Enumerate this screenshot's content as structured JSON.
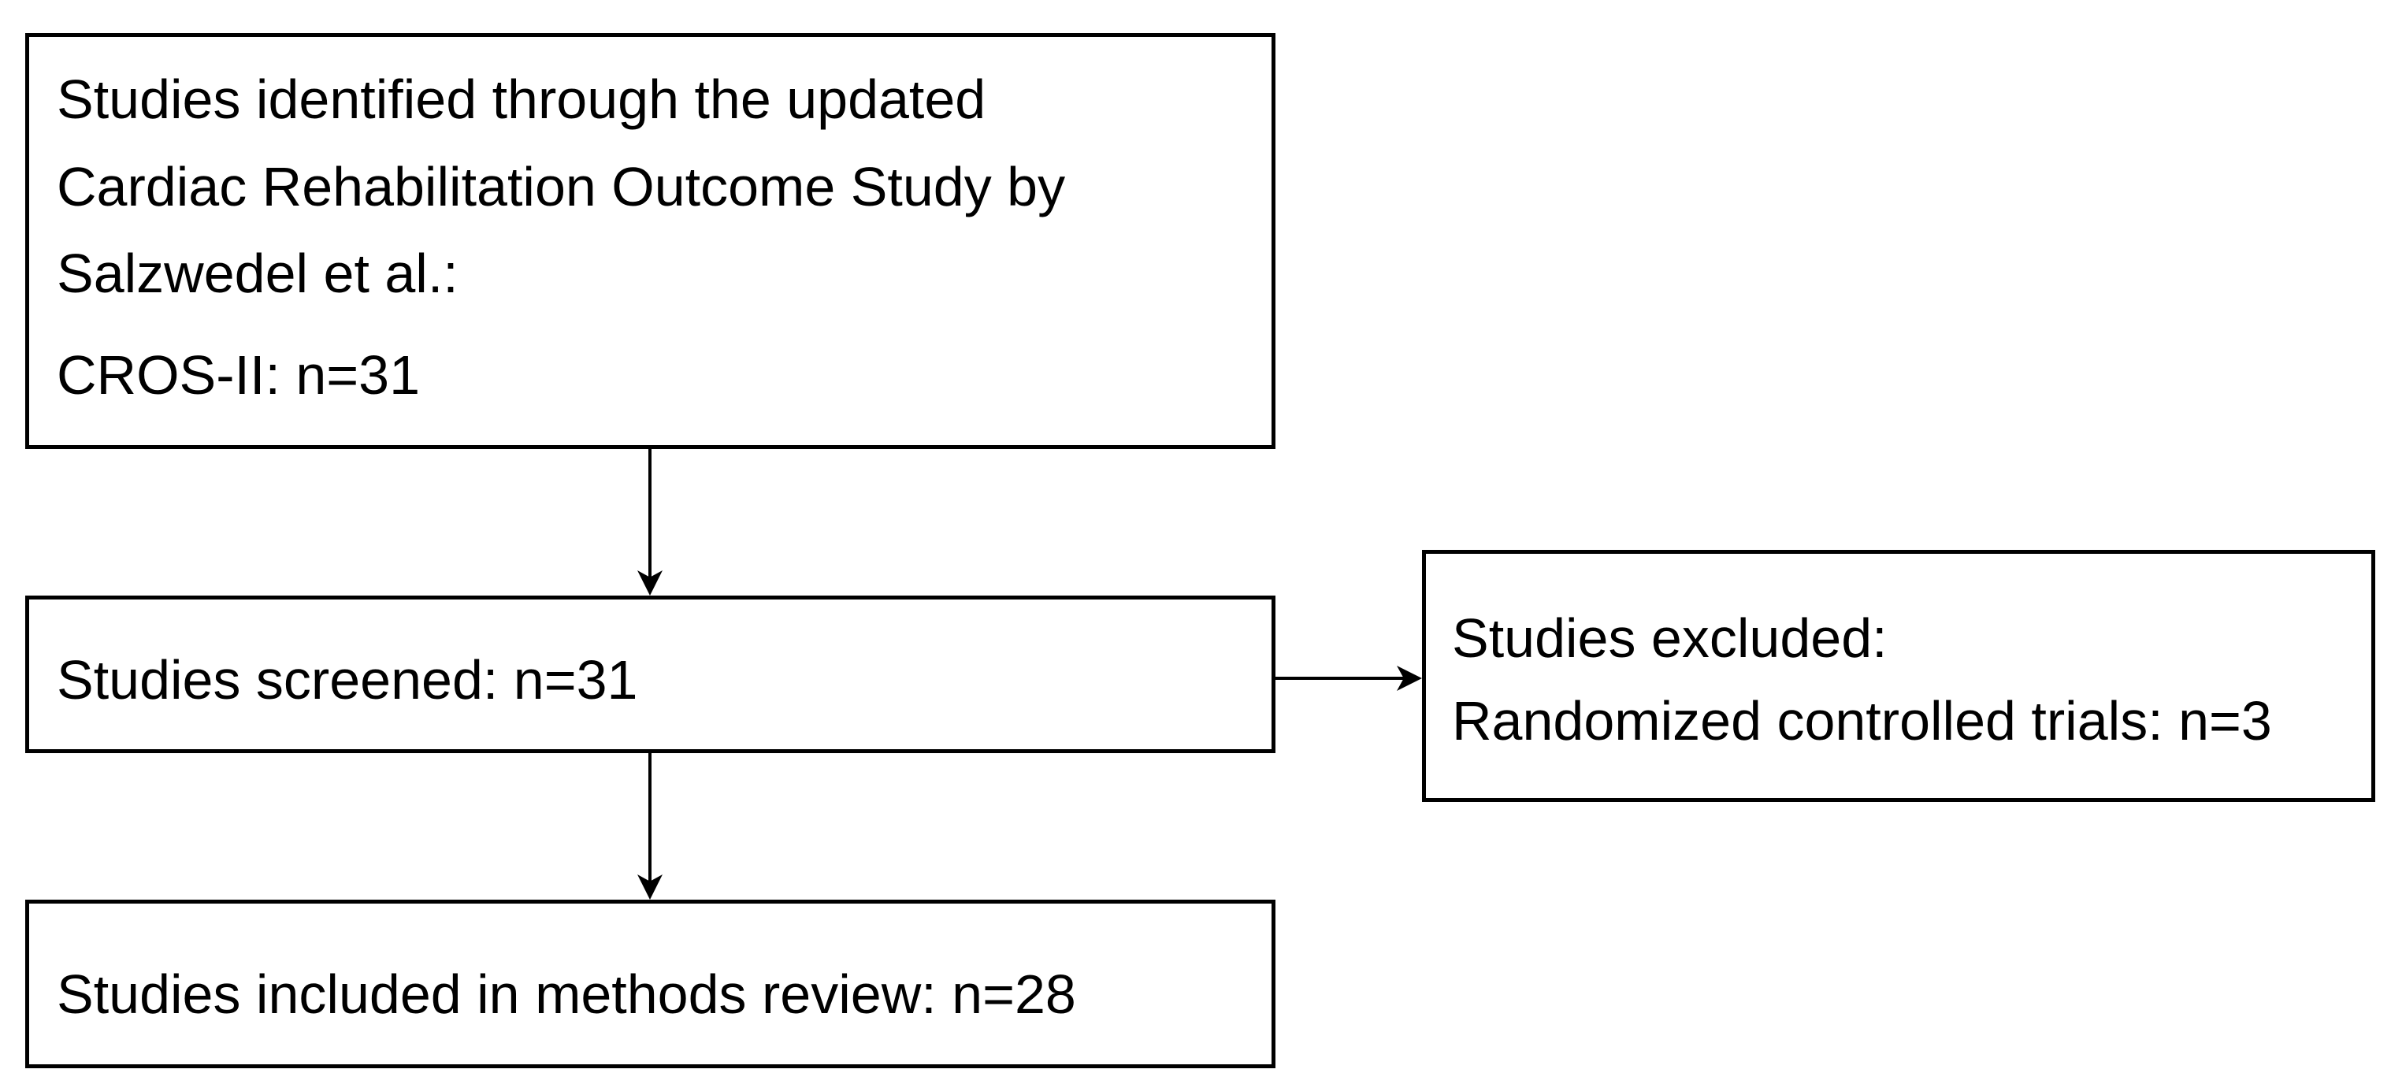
{
  "diagram": {
    "identified_box": {
      "lines": [
        "Studies identified through the updated",
        "Cardiac Rehabilitation Outcome Study by",
        "Salzwedel et al.:",
        "CROS-II: n=31"
      ]
    },
    "screened_box": {
      "text": "Studies screened: n=31"
    },
    "excluded_box": {
      "lines": [
        "Studies excluded:",
        "Randomized controlled trials: n=3"
      ]
    },
    "included_box": {
      "text": "Studies included in methods review: n=28"
    },
    "colors": {
      "stroke": "#000000",
      "fill": "#ffffff"
    }
  }
}
